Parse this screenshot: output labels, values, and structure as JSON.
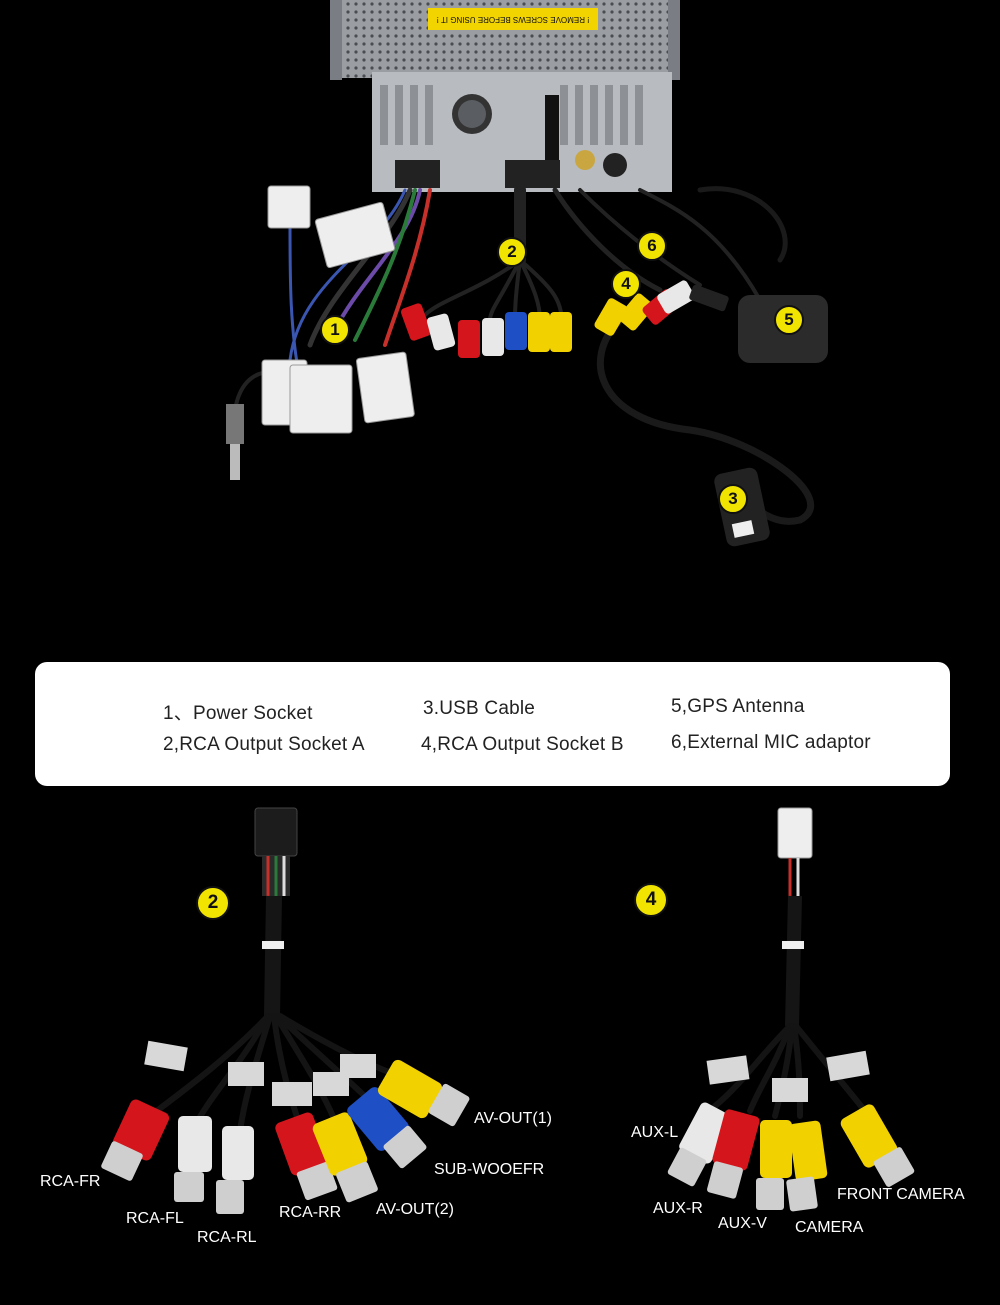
{
  "unit_label": "! REMOVE SCREWS BEFORE USING IT !",
  "badges": [
    "1",
    "2",
    "3",
    "4",
    "5",
    "6"
  ],
  "legend": {
    "items": [
      "1、Power Socket",
      "3.USB Cable",
      "5,GPS Antenna",
      "2,RCA Output Socket A",
      "4,RCA Output Socket B",
      "6,External MIC adaptor"
    ]
  },
  "harness_a": {
    "badge": "2",
    "labels": [
      "AV-OUT(1)",
      "SUB-WOOEFR",
      "RCA-FR",
      "RCA-FL",
      "RCA-RL",
      "RCA-RR",
      "AV-OUT(2)"
    ]
  },
  "harness_b": {
    "badge": "4",
    "labels": [
      "AUX-L",
      "AUX-R",
      "AUX-V",
      "CAMERA",
      "FRONT CAMERA"
    ]
  },
  "colors": {
    "badge": "#f1e400",
    "rca_red": "#d4161c",
    "rca_white": "#e8e8e8",
    "rca_yellow": "#f2d100",
    "rca_blue": "#1f4fc4"
  }
}
